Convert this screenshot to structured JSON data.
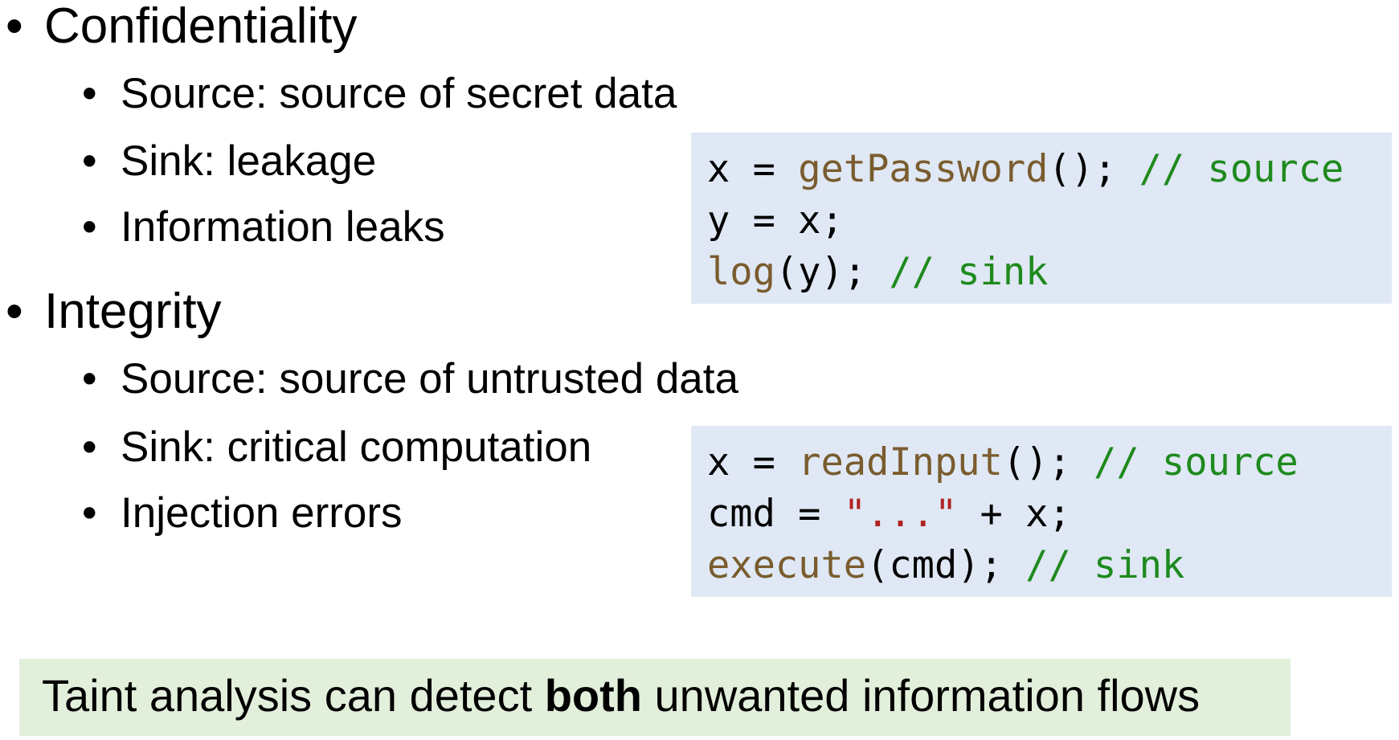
{
  "bullet_glyph": "•",
  "confidentiality": {
    "heading": "Confidentiality",
    "items": [
      "Source: source of secret data",
      "Sink: leakage",
      "Information leaks"
    ],
    "code": [
      [
        {
          "t": "x = ",
          "k": "plain"
        },
        {
          "t": "getPassword",
          "k": "fn"
        },
        {
          "t": "(); ",
          "k": "plain"
        },
        {
          "t": "// source",
          "k": "comment"
        }
      ],
      [
        {
          "t": "y = x;",
          "k": "plain"
        }
      ],
      [
        {
          "t": "log",
          "k": "fn"
        },
        {
          "t": "(y); ",
          "k": "plain"
        },
        {
          "t": "// sink",
          "k": "comment"
        }
      ]
    ]
  },
  "integrity": {
    "heading": "Integrity",
    "items": [
      "Source: source of untrusted data",
      "Sink: critical computation",
      "Injection errors"
    ],
    "code": [
      [
        {
          "t": "x = ",
          "k": "plain"
        },
        {
          "t": "readInput",
          "k": "fn"
        },
        {
          "t": "(); ",
          "k": "plain"
        },
        {
          "t": "// source",
          "k": "comment"
        }
      ],
      [
        {
          "t": "cmd = ",
          "k": "plain"
        },
        {
          "t": "\"...\"",
          "k": "string"
        },
        {
          "t": " + x;",
          "k": "plain"
        }
      ],
      [
        {
          "t": "execute",
          "k": "fn"
        },
        {
          "t": "(cmd); ",
          "k": "plain"
        },
        {
          "t": "// sink",
          "k": "comment"
        }
      ]
    ]
  },
  "summary": {
    "before": "Taint analysis can detect ",
    "bold": "both",
    "after": " unwanted information flows"
  },
  "colors": {
    "code_background": "#dfe8f4",
    "summary_background": "#e2efdb",
    "function_name": "#7a5c2e",
    "comment": "#1e8a1e",
    "string": "#b22222"
  }
}
